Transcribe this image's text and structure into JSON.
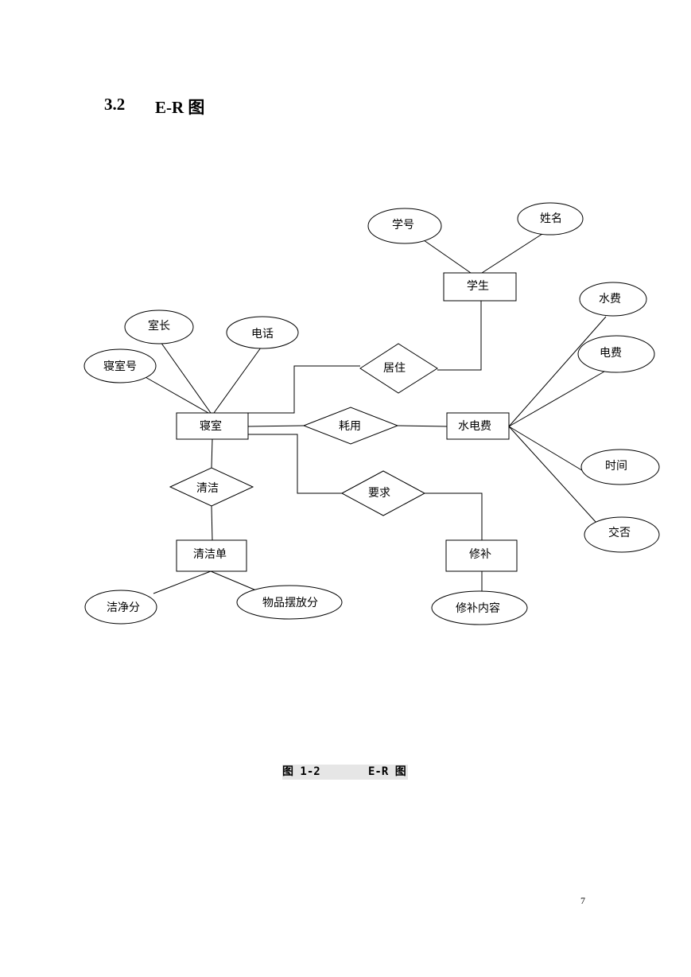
{
  "section": {
    "number": "3.2",
    "title": "E-R 图"
  },
  "diagram": {
    "entities": {
      "student": "学生",
      "dorm": "寝室",
      "utility_bill": "水电费",
      "cleaning_sheet": "清洁单",
      "repair": "修补"
    },
    "relationships": {
      "live": "居住",
      "consume": "耗用",
      "clean": "清洁",
      "request": "要求"
    },
    "attributes": {
      "student_id": "学号",
      "student_name": "姓名",
      "dorm_leader": "室长",
      "dorm_phone": "电话",
      "dorm_number": "寝室号",
      "water_fee": "水费",
      "electric_fee": "电费",
      "bill_time": "时间",
      "bill_paid": "交否",
      "clean_score": "洁净分",
      "item_score": "物品摆放分",
      "repair_content": "修补内容"
    }
  },
  "caption": {
    "number": "图 1-2",
    "text": "E-R 图"
  },
  "page_number": "7"
}
